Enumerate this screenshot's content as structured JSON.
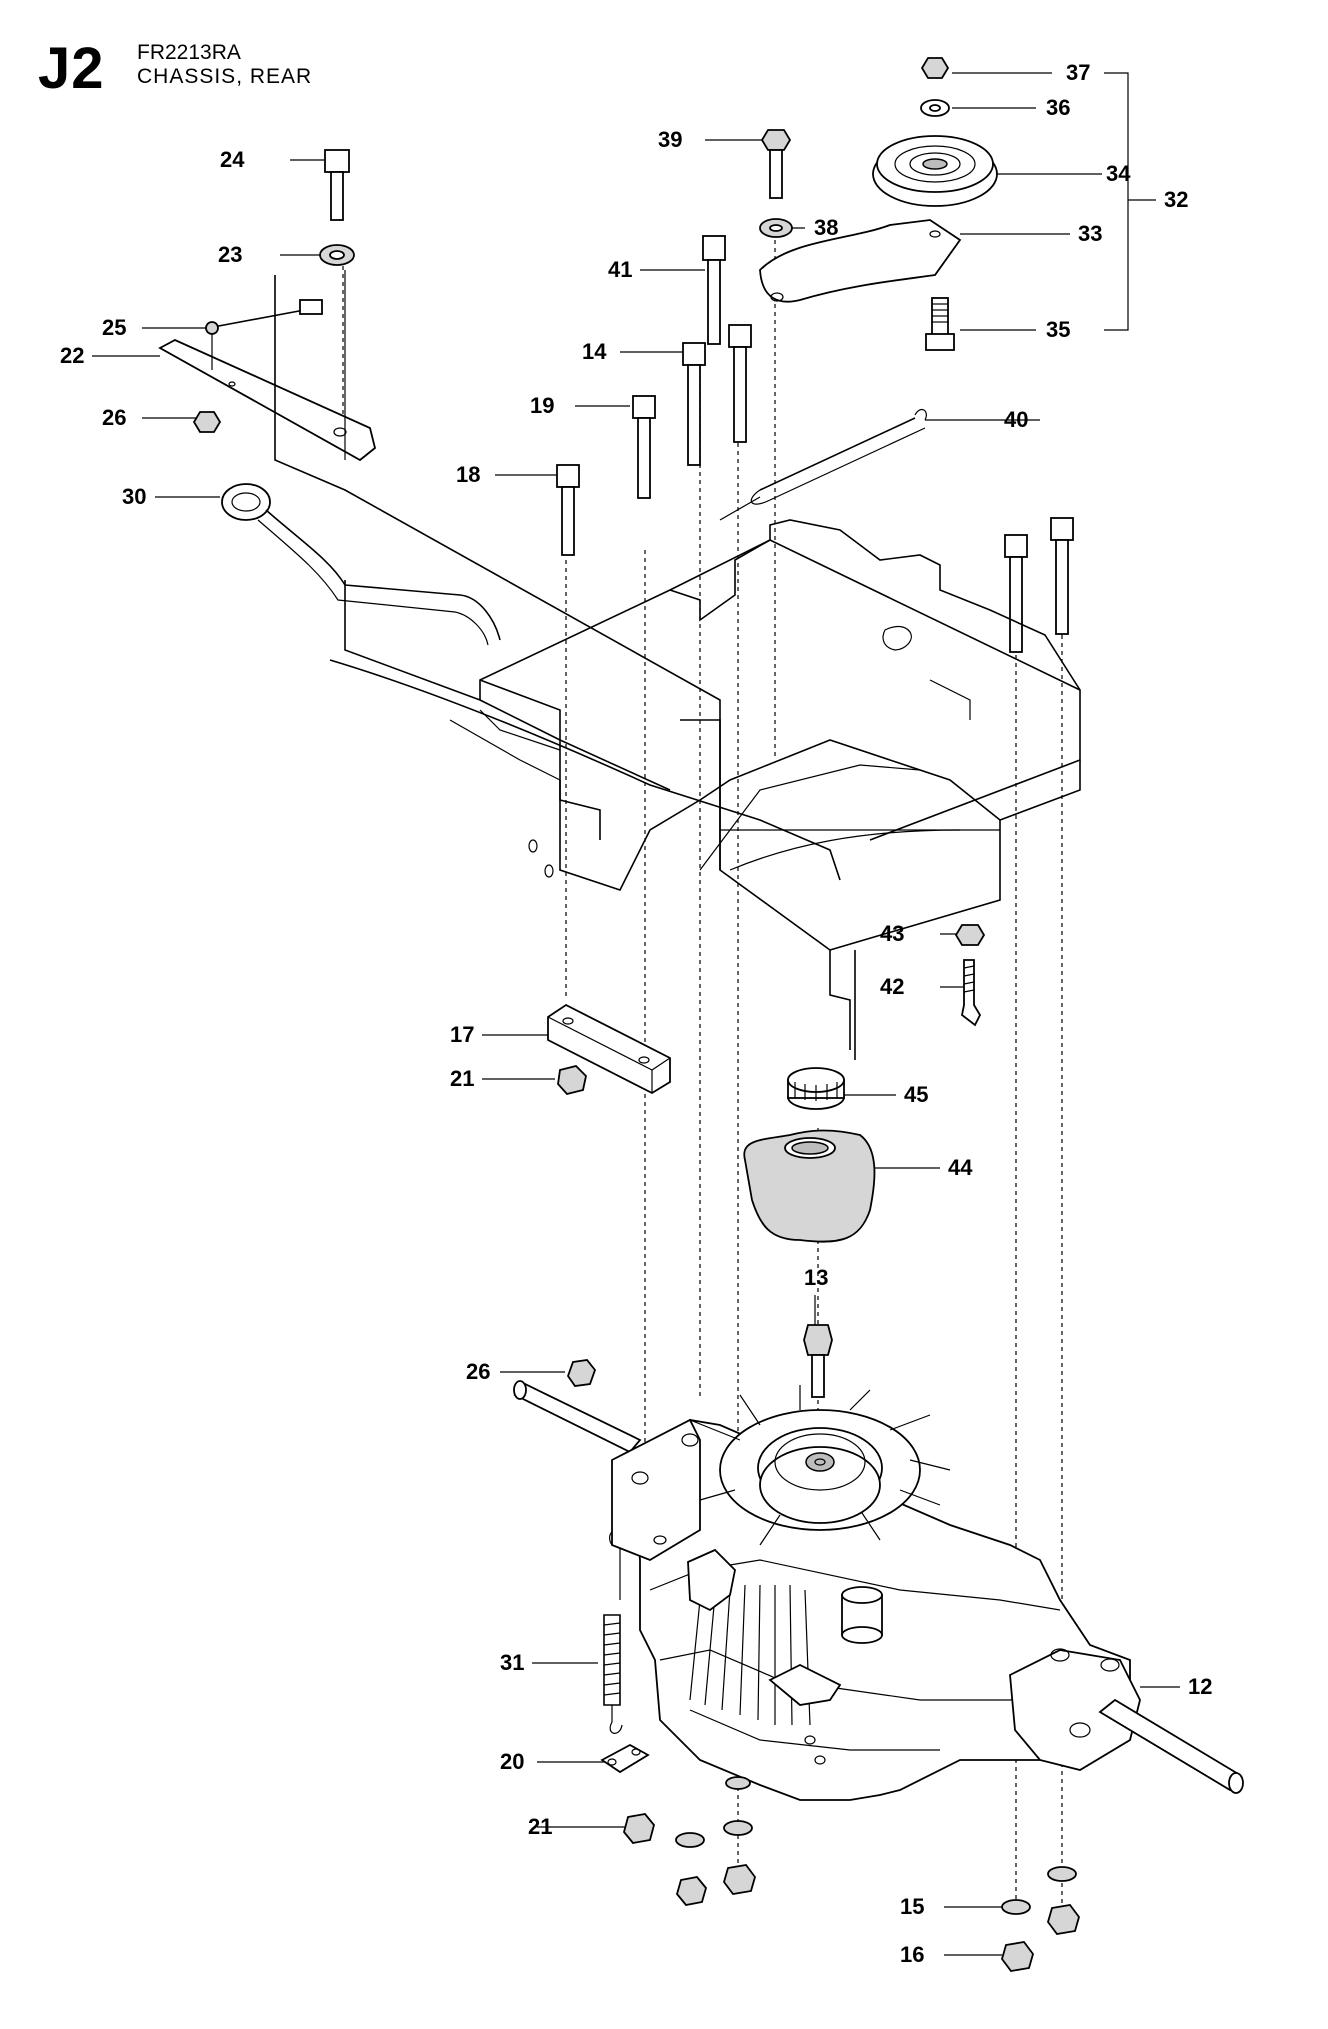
{
  "header": {
    "section": "J2",
    "model": "FR2213RA",
    "title": "CHASSIS, REAR"
  },
  "callouts": {
    "c37": "37",
    "c36": "36",
    "c34": "34",
    "c33": "33",
    "c32": "32",
    "c35": "35",
    "c39": "39",
    "c38": "38",
    "c41": "41",
    "c40": "40",
    "c24": "24",
    "c23": "23",
    "c25": "25",
    "c22": "22",
    "c26a": "26",
    "c14": "14",
    "c19": "19",
    "c18": "18",
    "c30": "30",
    "c43": "43",
    "c42": "42",
    "c17": "17",
    "c21a": "21",
    "c45": "45",
    "c44": "44",
    "c13": "13",
    "c26b": "26",
    "c31": "31",
    "c12": "12",
    "c20": "20",
    "c21b": "21",
    "c15": "15",
    "c16": "16"
  }
}
